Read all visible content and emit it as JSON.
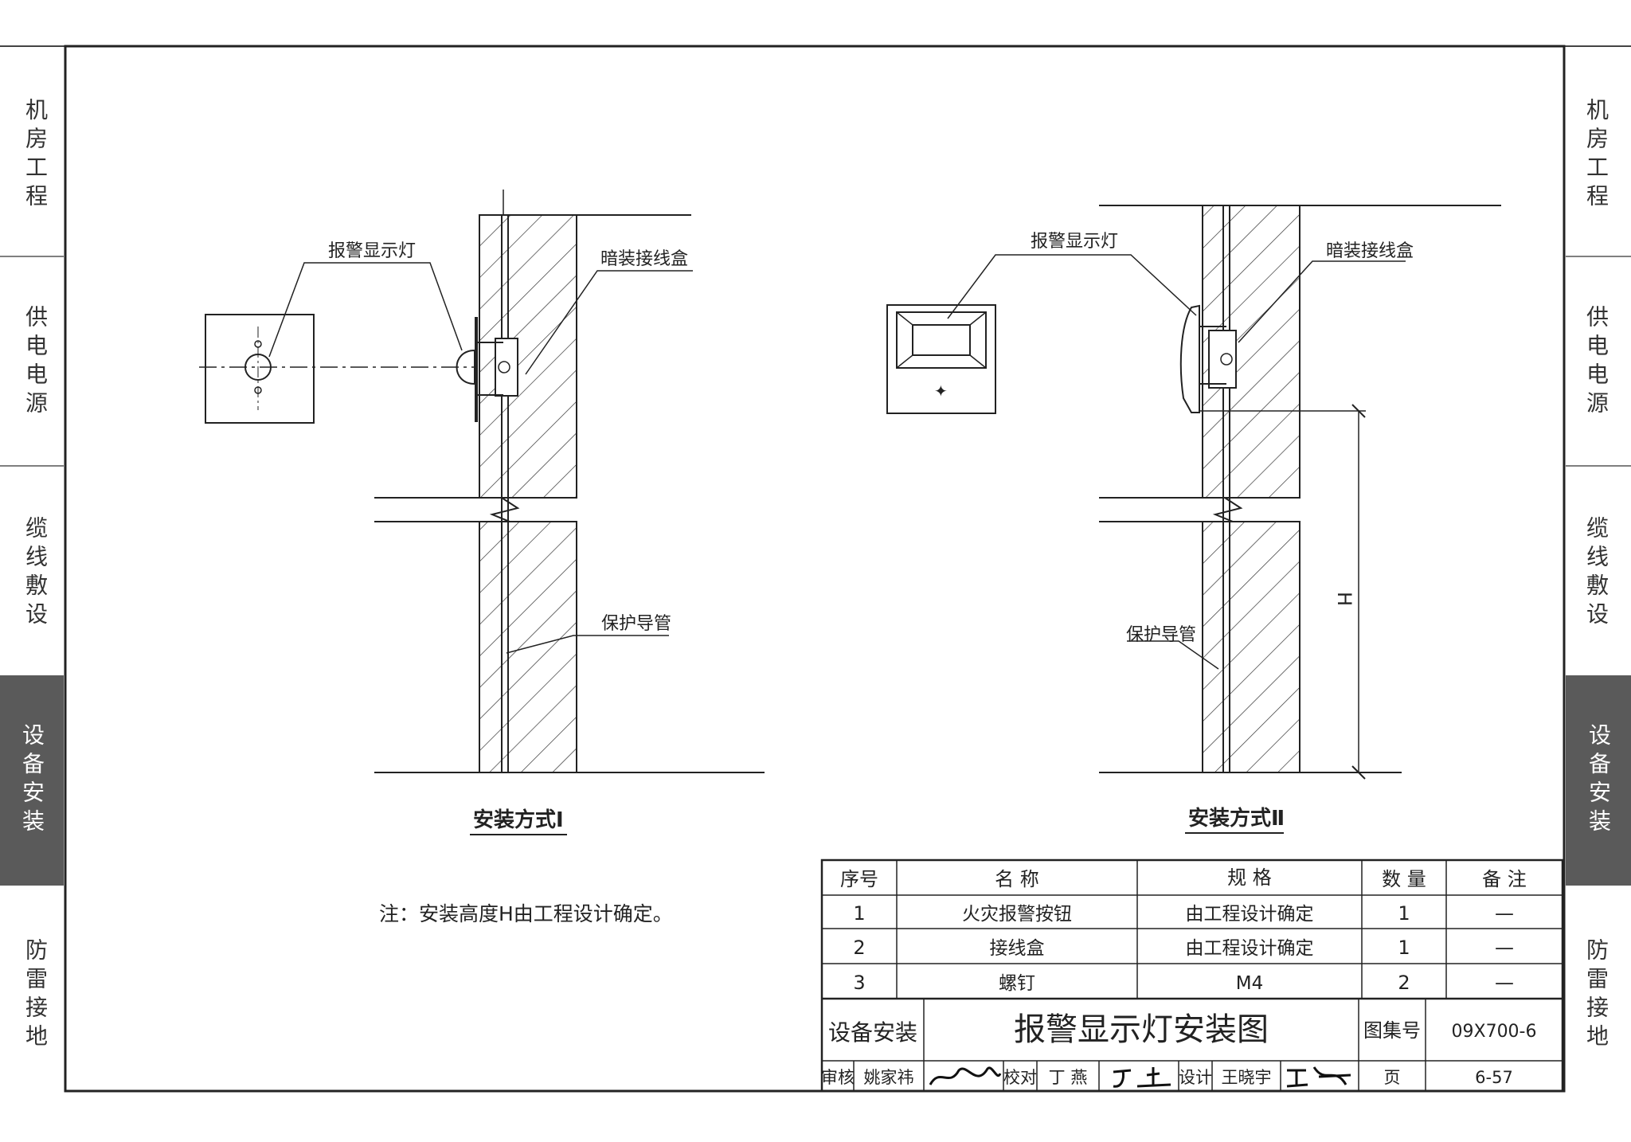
{
  "side_tabs": [
    {
      "label": "机房工程"
    },
    {
      "label": "供电电源"
    },
    {
      "label": "缆线敷设"
    },
    {
      "label": "设备安装",
      "active": true
    },
    {
      "label": "防雷接地"
    }
  ],
  "diagram1": {
    "lamp_label": "报警显示灯",
    "box_label": "暗装接线盒",
    "conduit_label": "保护导管",
    "caption": "安装方式Ⅰ"
  },
  "diagram2": {
    "lamp_label": "报警显示灯",
    "box_label": "暗装接线盒",
    "conduit_label": "保护导管",
    "height_label": "H",
    "caption": "安装方式Ⅱ"
  },
  "note": "注：安装高度H由工程设计确定。",
  "table": {
    "headers": [
      "序号",
      "名 称",
      "规 格",
      "数 量",
      "备 注"
    ],
    "rows": [
      [
        "1",
        "火灾报警按钮",
        "由工程设计确定",
        "1",
        "—"
      ],
      [
        "2",
        "接线盒",
        "由工程设计确定",
        "1",
        "—"
      ],
      [
        "3",
        "螺钉",
        "M4",
        "2",
        "—"
      ]
    ]
  },
  "title_block": {
    "category": "设备安装",
    "title": "报警显示灯安装图",
    "atlas_label": "图集号",
    "atlas_no": "09X700-6",
    "review_label": "审核",
    "reviewer": "姚家祎",
    "check_label": "校对",
    "checker": "丁 燕",
    "design_label": "设计",
    "designer": "王晓宇",
    "page_label": "页",
    "page_no": "6-57"
  }
}
